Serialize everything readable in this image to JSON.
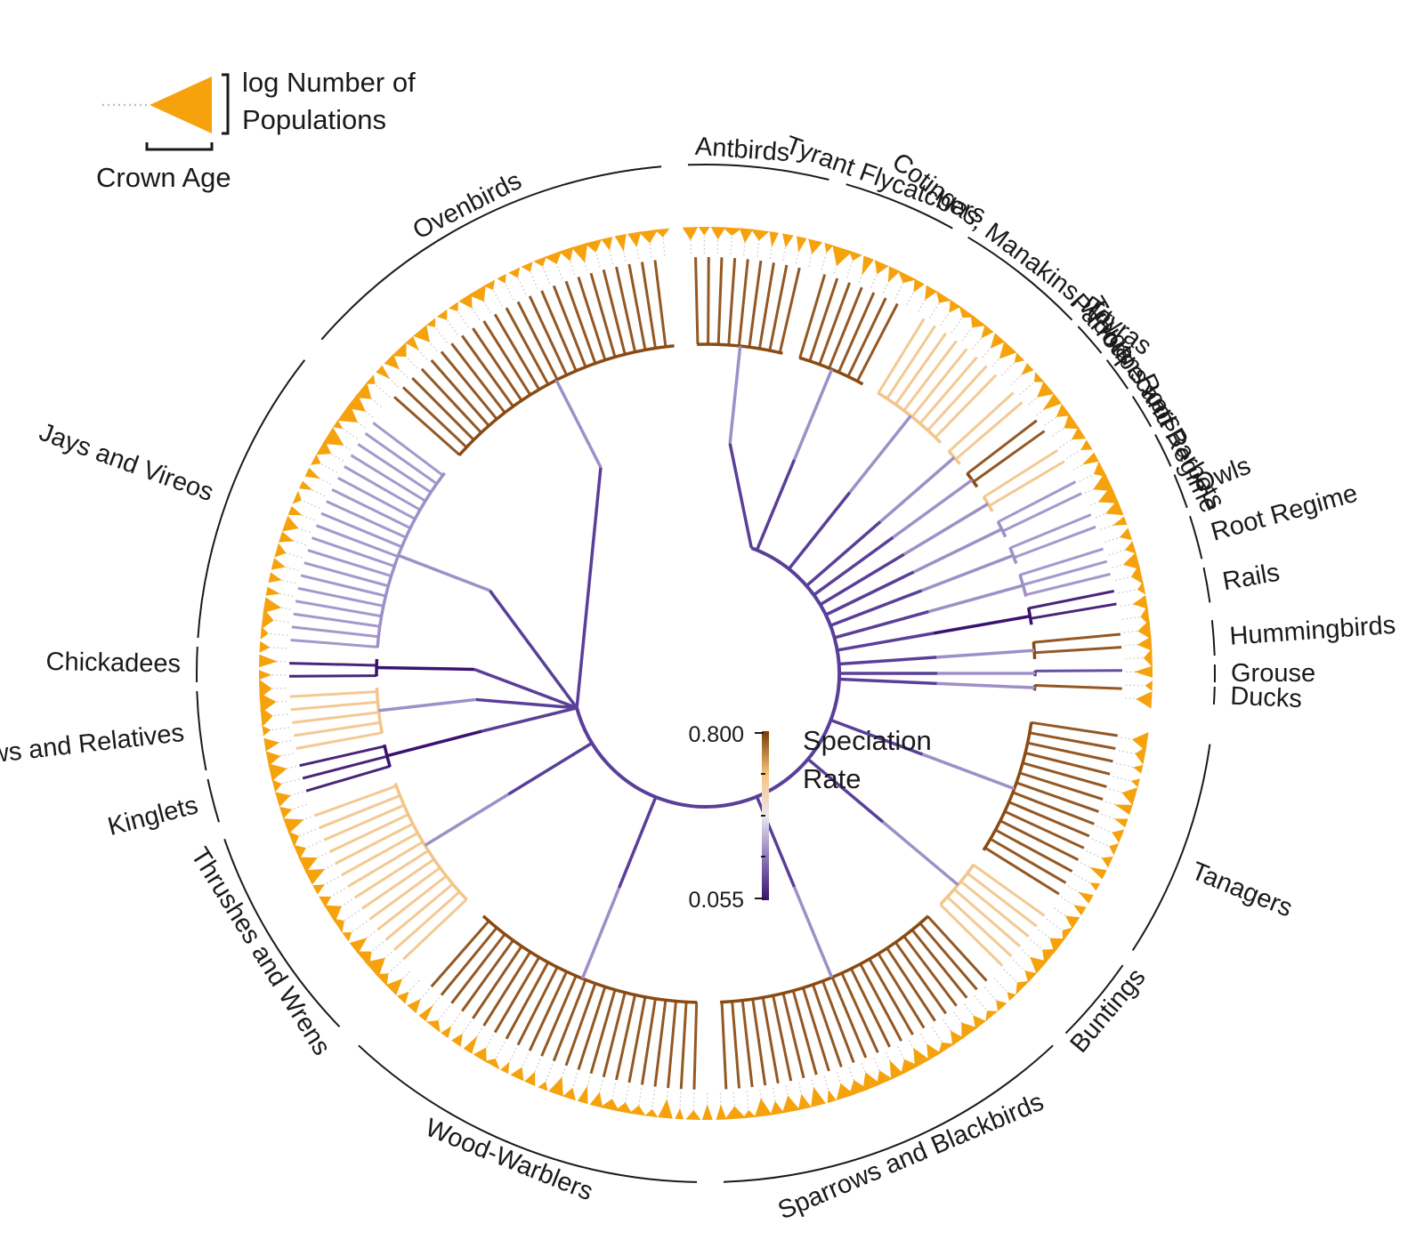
{
  "legend": {
    "line1": "log Number of",
    "line2": "Populations",
    "crown": "Crown Age"
  },
  "colorbar": {
    "title1": "Speciation",
    "title2": "Rate",
    "max": "0.800",
    "min": "0.055",
    "colors": [
      "#3b1270",
      "#8a78b8",
      "#ece9f2",
      "#f6c27a",
      "#7a3a08"
    ]
  },
  "colors": {
    "tip_triangle": "#f5a20d",
    "arc": "#1a1a1a",
    "dotted": "#bdbdbd"
  },
  "clades": [
    {
      "name": "Antbirds"
    },
    {
      "name": "Tyrant Flycatchers"
    },
    {
      "name": "Cotingas, Manakins, Tityras"
    },
    {
      "name": "Parrots"
    },
    {
      "name": "Woodpeckers"
    },
    {
      "name": "Toucans and Barbets"
    },
    {
      "name": "Root Regime"
    },
    {
      "name": "Owls"
    },
    {
      "name": "Root Regime"
    },
    {
      "name": "Rails"
    },
    {
      "name": "Hummingbirds"
    },
    {
      "name": "Grouse"
    },
    {
      "name": "Ducks"
    },
    {
      "name": "Tanagers"
    },
    {
      "name": "Buntings"
    },
    {
      "name": "Sparrows and Blackbirds"
    },
    {
      "name": "Wood-Warblers"
    },
    {
      "name": "Thrushes and Wrens"
    },
    {
      "name": "Kinglets"
    },
    {
      "name": "Swallows and Relatives"
    },
    {
      "name": "Chickadees"
    },
    {
      "name": "Jays and Vireos"
    },
    {
      "name": "Ovenbirds"
    }
  ]
}
